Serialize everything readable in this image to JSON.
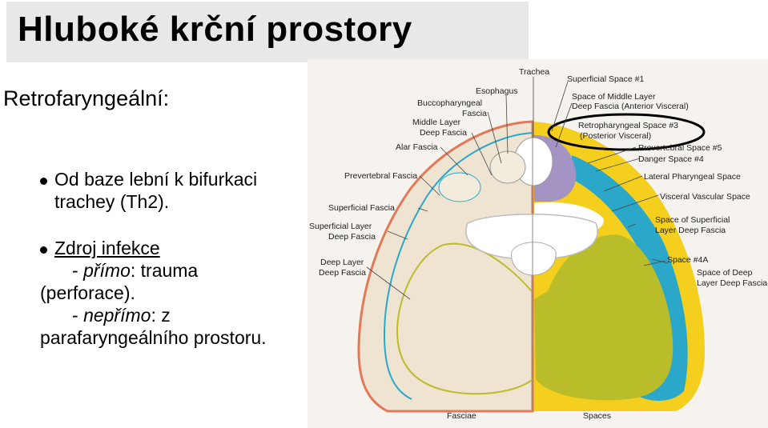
{
  "slide": {
    "title": "Hluboké krční prostory",
    "subtitle": "Retrofaryngeální:",
    "bullet1": "Od baze lební k bifurkaci trachey (Th2).",
    "bullet2_head": "Zdroj infekce",
    "bullet2_l1_pre": "- ",
    "bullet2_l1_it": "přímo",
    "bullet2_l1_post": ": trauma",
    "bullet2_l2": "(perforace).",
    "bullet2_l3_pre": "- ",
    "bullet2_l3_it": "nepřímo",
    "bullet2_l3_post": ": z",
    "bullet2_l4": "parafaryngeálního prostoru."
  },
  "figure": {
    "labels": {
      "trachea": "Trachea",
      "esophagus": "Esophagus",
      "bucco1": "Buccopharyngeal",
      "bucco2": "Fascia",
      "middle1": "Middle Layer",
      "middle2": "Deep Fascia",
      "alar": "Alar Fascia",
      "prevert_fascia": "Prevertebral Fascia",
      "superficial_fascia": "Superficial Fascia",
      "sup_layer1": "Superficial Layer",
      "sup_layer2": "Deep Fascia",
      "deep_layer1": "Deep Layer",
      "deep_layer2": "Deep Fascia",
      "fasciae": "Fasciae",
      "spaces": "Spaces",
      "ss1": "Superficial Space #1",
      "sml1": "Space of Middle Layer",
      "sml2": "Deep Fascia (Anterior Visceral)",
      "retro1": "Retropharyngeal Space #3",
      "retro2": "(Posterior Visceral)",
      "prev5": "Prevertebral Space #5",
      "danger4": "Danger Space #4",
      "lateral": "Lateral Pharyngeal Space",
      "visceral": "Visceral Vascular Space",
      "sosl1": "Space of Superficial",
      "sosl2": "Layer Deep Fascia",
      "s4a": "Space #4A",
      "sdl1": "Space of Deep",
      "sdl2": "Layer Deep Fascia"
    },
    "colors": {
      "yellow": "#f5cf1e",
      "olive": "#b9bd2a",
      "blue": "#2aa7c9",
      "purple": "#a494c4",
      "skin_outline": "#e07a5a",
      "tissue": "#efe4d1",
      "highlight_ellipse": "#000000"
    }
  }
}
